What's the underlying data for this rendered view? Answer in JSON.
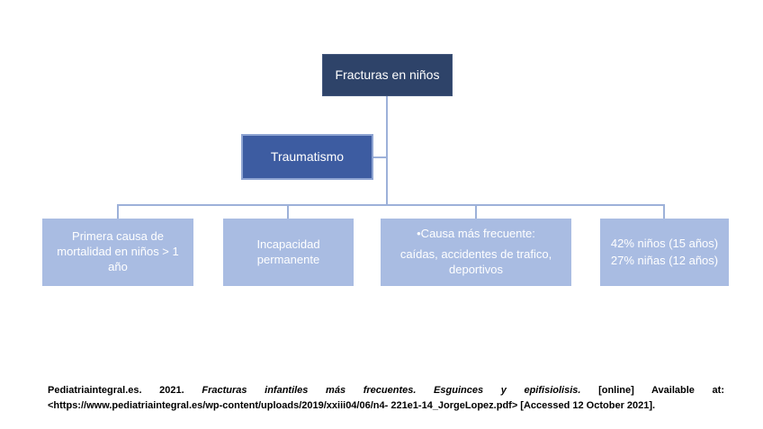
{
  "diagram": {
    "root": {
      "label": "Fracturas en niños"
    },
    "level2": {
      "label": "Traumatismo"
    },
    "leaves": [
      {
        "text": "Primera causa de mortalidad en niños > 1 año"
      },
      {
        "text": "Incapacidad permanente"
      },
      {
        "line1": "•Causa más frecuente:",
        "line2": "caídas, accidentes de trafico, deportivos"
      },
      {
        "line1": "42% niños (15 años)",
        "line2": "27% niñas (12 años)"
      }
    ]
  },
  "citation": {
    "source": "Pediatriaintegral.es. 2021. ",
    "title": "Fracturas infantiles más frecuentes. Esguinces y epifisiolisis. ",
    "rest": "[online] Available at: <https://www.pediatriaintegral.es/wp-content/uploads/2019/xxiii04/06/n4- 221e1-14_JorgeLopez.pdf> [Accessed 12 October 2021]."
  },
  "colors": {
    "box_dark": "#2e4369",
    "box_mid": "#3d5ca1",
    "box_light": "#a9bce2",
    "connector": "#9db1d9",
    "box_text": "#ffffff",
    "citation_text": "#000000",
    "background": "#ffffff"
  }
}
